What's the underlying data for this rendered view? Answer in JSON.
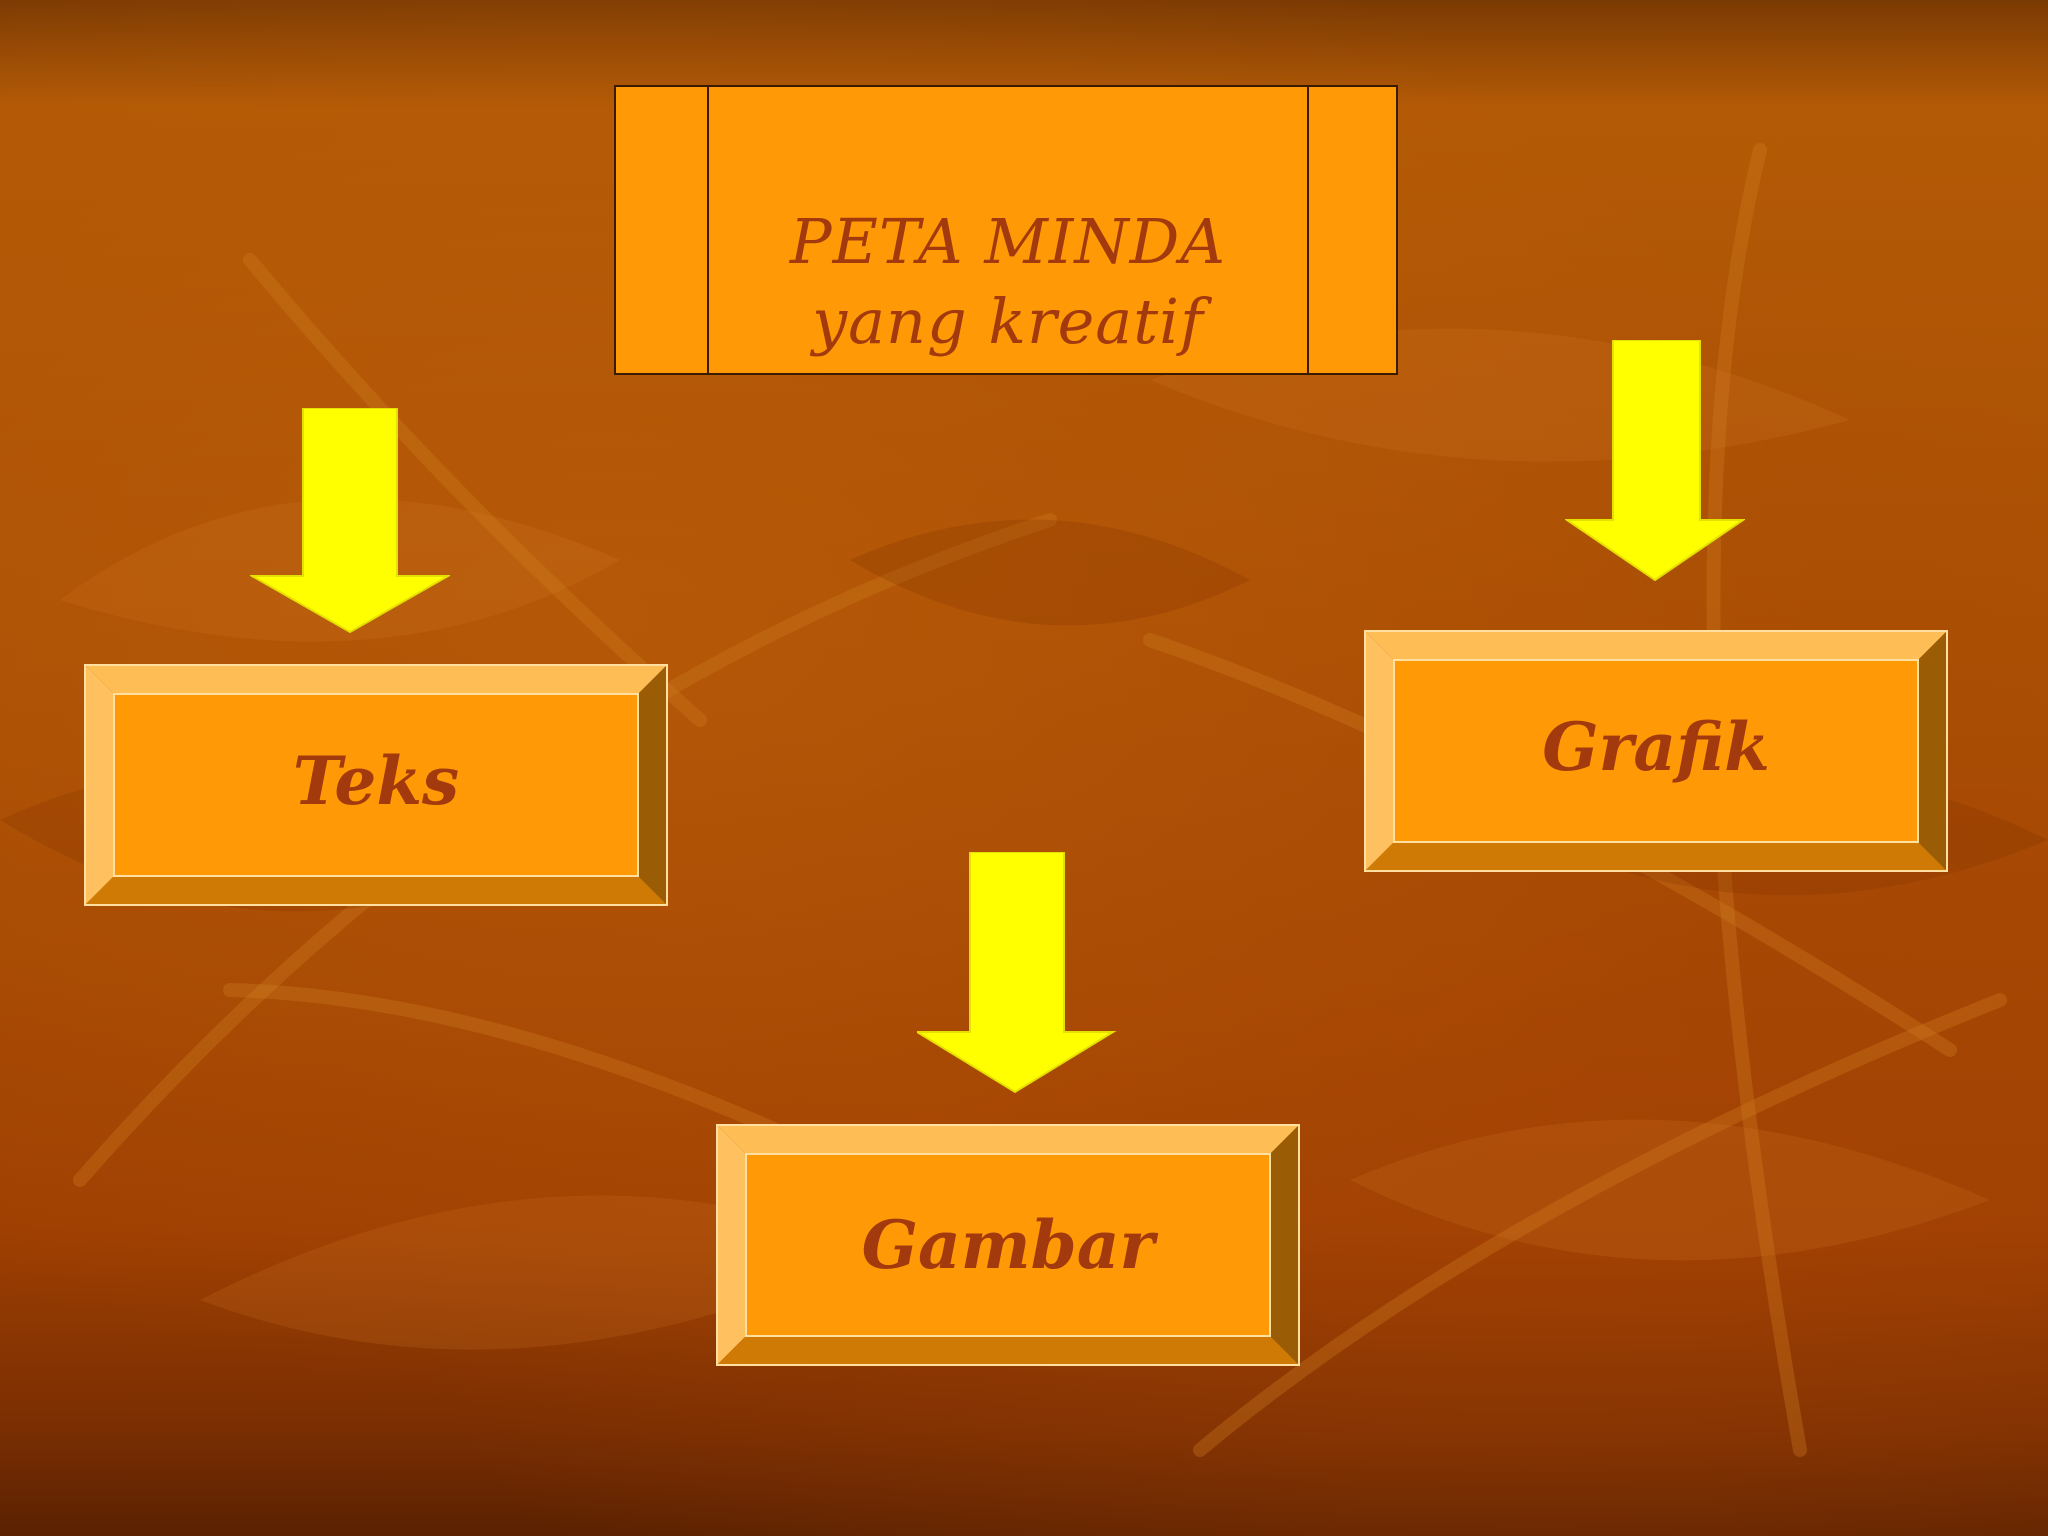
{
  "slide": {
    "title_line1": "PETA MINDA",
    "title_line2": "yang kreatif",
    "nodes": [
      {
        "label": "Teks"
      },
      {
        "label": "Grafik"
      },
      {
        "label": "Gambar"
      }
    ]
  },
  "colors": {
    "box_face": "#ff9a06",
    "arrow_fill": "#ffff00",
    "text": "#a33a0e",
    "bevel_light": "#ffbd55",
    "bevel_dark": "#9a5d05"
  }
}
